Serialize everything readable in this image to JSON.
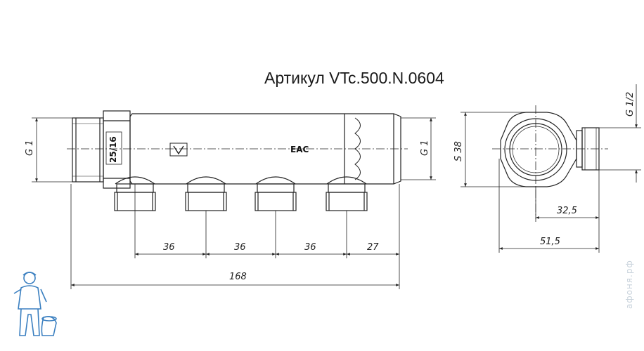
{
  "title": "Артикул VTc.500.N.0604",
  "watermark": "афоня.рф",
  "front_view": {
    "left_thread": "G 1",
    "right_thread": "G 1",
    "size_stamp": "25/16",
    "cert_mark": "EAC",
    "dimensions": {
      "pitch_1": "36",
      "pitch_2": "36",
      "pitch_3": "36",
      "end_offset": "27",
      "overall_length": "168"
    }
  },
  "side_view": {
    "hex_size": "S 38",
    "outlet_thread": "G 1/2",
    "dimensions": {
      "outlet_offset": "32,5",
      "overall_depth": "51,5"
    }
  },
  "colors": {
    "line": "#222222",
    "mascot": "#3a7fc0"
  }
}
